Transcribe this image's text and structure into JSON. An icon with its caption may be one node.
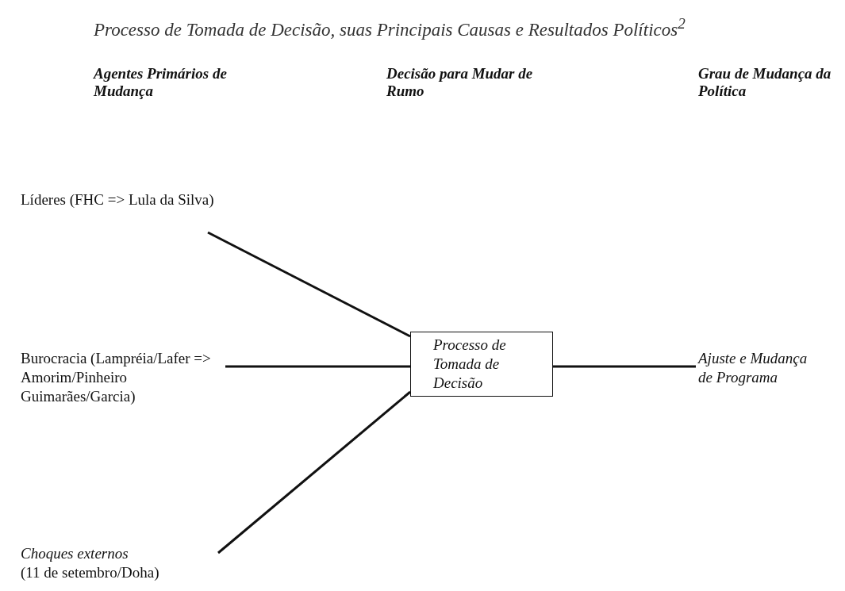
{
  "diagram": {
    "title": "Processo de Tomada de Decisão, suas Principais Causas e Resultados Políticos$^{2}$",
    "nodes": [
      {
        "text": [
          "Líderes (FHC => Lula da Silva)"
        ]
      },
      {
        "text": [
          "Burocracia (Lampréia/Lafer => Amorim/Pinheiro Guimarães/Garcia)"
        ]
      },
      {
        "text": [
          "Choques externos",
          "(11 de setembro/Doha)"
        ]
      },
      {
        "text": [
          "Processo de Tomada de Decisão"
        ]
      },
      {
        "text": [
          "Ajuste e Mudança de Programa"
        ]
      }
    ],
    "edges": [
      {
        "from": 0,
        "to": 3,
        "arrow": "none"
      },
      {
        "from": 1,
        "to": 3,
        "arrow": "none"
      },
      {
        "from": 2,
        "to": 3,
        "arrow": "none"
      },
      {
        "from": 3,
        "to": 4,
        "arrow": "none"
      }
    ],
    "labels": [
      "Agentes Primários de Mudança",
      "Decisão para Mudar de Rumo",
      "Grau de Mudança da Política"
    ]
  }
}
